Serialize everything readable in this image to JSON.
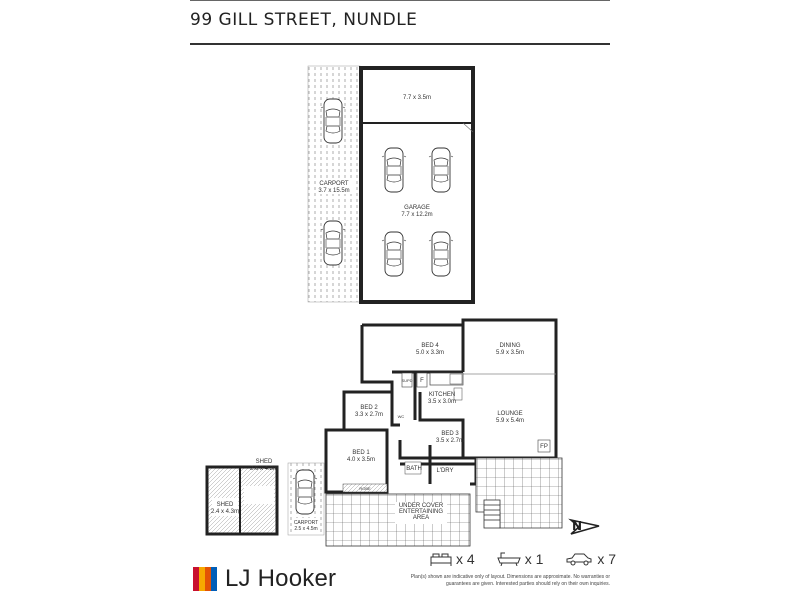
{
  "header": {
    "address": "99 GILL STREET, NUNDLE"
  },
  "rooms": {
    "storage": "7.7 x 3.5m",
    "garage_name": "GARAGE",
    "garage_size": "7.7 x 12.2m",
    "carport_name": "CARPORT",
    "carport_size": "3.7 x 15.5m",
    "bed4_name": "BED 4",
    "bed4_size": "5.0 x 3.3m",
    "dining_name": "DINING",
    "dining_size": "5.9 x 3.5m",
    "kitchen_name": "KITCHEN",
    "kitchen_size": "3.5 x 3.0m",
    "lounge_name": "LOUNGE",
    "lounge_size": "5.9 x 5.4m",
    "bed2_name": "BED 2",
    "bed2_size": "3.3 x 2.7m",
    "bed3_name": "BED 3",
    "bed3_size": "3.5 x 2.7m",
    "bed1_name": "BED 1",
    "bed1_size": "4.0 x 3.5m",
    "bath": "BATH",
    "ldry": "L'DRY",
    "robe": "ROBE",
    "wc": "WC",
    "supd": "SUPD",
    "undercover": [
      "UNDER COVER",
      "ENTERTAINING",
      "AREA"
    ],
    "shed1_name": "SHED",
    "shed1_size": "2.6 x 4.3m",
    "shed2_name": "SHED",
    "shed2_size": "2.4 x 4.3m",
    "carport2_name": "CARPORT",
    "carport2_size": "2.5 x 4.5m",
    "fp": "FP",
    "f": "F"
  },
  "compass": {
    "label": "N"
  },
  "stats": {
    "bedrooms": "x 4",
    "bathrooms": "x 1",
    "cars": "x 7"
  },
  "brand": {
    "name": "LJ Hooker",
    "colors": [
      "#c8102e",
      "#f7a800",
      "#e35205",
      "#005eb8"
    ]
  },
  "disclaimer": "Plan(s) shown are indicative only of layout. Dimensions are approximate. No warranties or guarantees are given. Interested parties should rely on their own inquiries."
}
